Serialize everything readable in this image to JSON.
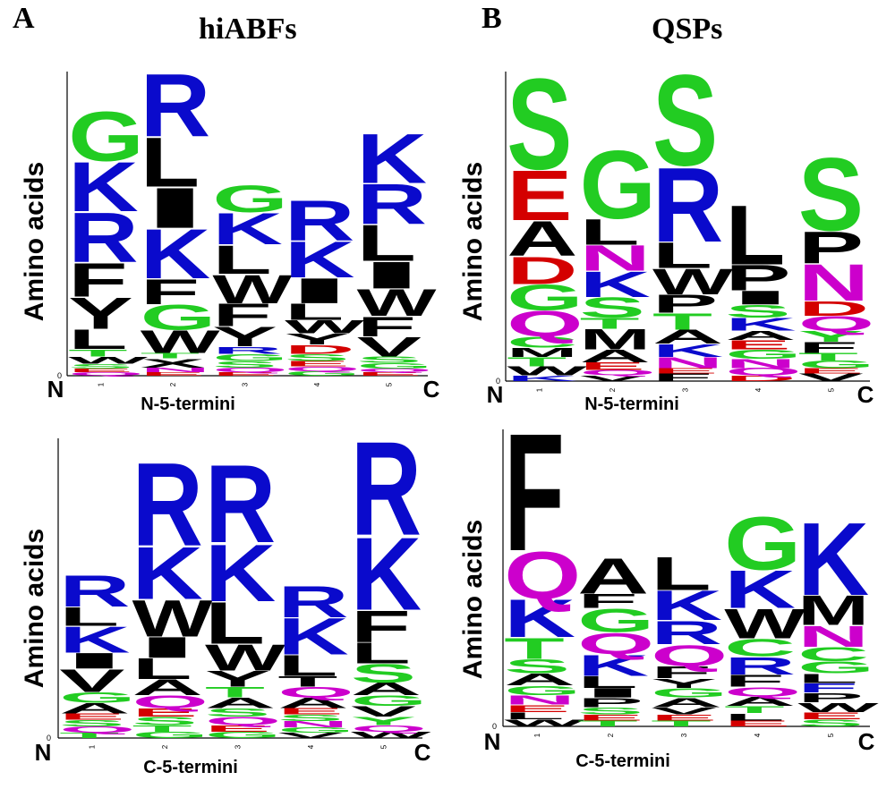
{
  "figure": {
    "label_a": "A",
    "label_b": "B",
    "title_a": "hiABFs",
    "title_b": "QSPs"
  },
  "colors": {
    "green": "#22cc22",
    "blue": "#0a0acc",
    "black": "#000000",
    "red": "#d40000",
    "magenta": "#cc00cc"
  },
  "panels": [
    {
      "id": "hiabfs-n5",
      "ylabel": "Amino acids",
      "xlabel": "N-5-termini",
      "left_end": "N",
      "right_end": "C",
      "zero": "0",
      "positions": [
        "1",
        "2",
        "3",
        "4",
        "5"
      ],
      "columns": [
        [
          [
            "G",
            "green",
            0.55
          ],
          [
            "K",
            "blue",
            0.55
          ],
          [
            "R",
            "blue",
            0.55
          ],
          [
            "F",
            "black",
            0.38
          ],
          [
            "Y",
            "black",
            0.35
          ],
          [
            "L",
            "black",
            0.22
          ],
          [
            "T",
            "green",
            0.08
          ],
          [
            "W",
            "black",
            0.08
          ],
          [
            "S",
            "green",
            0.05
          ],
          [
            "E",
            "red",
            0.04
          ],
          [
            "Q",
            "magenta",
            0.04
          ]
        ],
        [
          [
            "R",
            "blue",
            0.7
          ],
          [
            "L",
            "black",
            0.55
          ],
          [
            "I",
            "black",
            0.45
          ],
          [
            "K",
            "blue",
            0.55
          ],
          [
            "F",
            "black",
            0.28
          ],
          [
            "G",
            "green",
            0.28
          ],
          [
            "W",
            "black",
            0.25
          ],
          [
            "T",
            "green",
            0.06
          ],
          [
            "X",
            "black",
            0.1
          ],
          [
            "N",
            "magenta",
            0.05
          ],
          [
            "E",
            "red",
            0.04
          ]
        ],
        [
          [
            "G",
            "green",
            0.3
          ],
          [
            "K",
            "blue",
            0.35
          ],
          [
            "L",
            "black",
            0.32
          ],
          [
            "W",
            "black",
            0.32
          ],
          [
            "F",
            "black",
            0.25
          ],
          [
            "Y",
            "black",
            0.22
          ],
          [
            "R",
            "blue",
            0.08
          ],
          [
            "G",
            "green",
            0.08
          ],
          [
            "S",
            "green",
            0.07
          ],
          [
            "Q",
            "magenta",
            0.05
          ],
          [
            "E",
            "red",
            0.04
          ]
        ],
        [
          [
            "R",
            "blue",
            0.45
          ],
          [
            "K",
            "blue",
            0.4
          ],
          [
            "I",
            "black",
            0.28
          ],
          [
            "L",
            "black",
            0.18
          ],
          [
            "W",
            "black",
            0.15
          ],
          [
            "Y",
            "black",
            0.12
          ],
          [
            "D",
            "red",
            0.1
          ],
          [
            "S",
            "green",
            0.08
          ],
          [
            "E",
            "red",
            0.06
          ],
          [
            "Q",
            "magenta",
            0.05
          ],
          [
            "G",
            "green",
            0.05
          ]
        ],
        [
          [
            "K",
            "blue",
            0.55
          ],
          [
            "R",
            "blue",
            0.45
          ],
          [
            "L",
            "black",
            0.4
          ],
          [
            "I",
            "black",
            0.3
          ],
          [
            "W",
            "black",
            0.3
          ],
          [
            "F",
            "black",
            0.22
          ],
          [
            "V",
            "black",
            0.22
          ],
          [
            "S",
            "green",
            0.07
          ],
          [
            "G",
            "green",
            0.06
          ],
          [
            "Q",
            "magenta",
            0.04
          ],
          [
            "E",
            "red",
            0.04
          ]
        ]
      ]
    },
    {
      "id": "qsps-n5",
      "ylabel": "Amino acids",
      "xlabel": "N-5-termini",
      "left_end": "N",
      "right_end": "C",
      "zero": "0",
      "positions": [
        "1",
        "2",
        "3",
        "4",
        "5"
      ],
      "columns": [
        [
          [
            "S",
            "green",
            1.0
          ],
          [
            "E",
            "red",
            0.55
          ],
          [
            "A",
            "black",
            0.38
          ],
          [
            "D",
            "red",
            0.3
          ],
          [
            "G",
            "green",
            0.28
          ],
          [
            "Q",
            "magenta",
            0.28
          ],
          [
            "C",
            "green",
            0.12
          ],
          [
            "M",
            "black",
            0.1
          ],
          [
            "T",
            "green",
            0.1
          ],
          [
            "W",
            "black",
            0.1
          ],
          [
            "K",
            "blue",
            0.06
          ]
        ],
        [
          [
            "G",
            "green",
            0.75
          ],
          [
            "L",
            "black",
            0.28
          ],
          [
            "N",
            "magenta",
            0.28
          ],
          [
            "K",
            "blue",
            0.28
          ],
          [
            "S",
            "green",
            0.22
          ],
          [
            "T",
            "green",
            0.12
          ],
          [
            "M",
            "black",
            0.22
          ],
          [
            "A",
            "black",
            0.14
          ],
          [
            "E",
            "red",
            0.08
          ],
          [
            "Q",
            "magenta",
            0.06
          ],
          [
            "V",
            "black",
            0.06
          ]
        ],
        [
          [
            "S",
            "green",
            1.0
          ],
          [
            "R",
            "blue",
            0.82
          ],
          [
            "L",
            "black",
            0.28
          ],
          [
            "W",
            "black",
            0.28
          ],
          [
            "P",
            "black",
            0.2
          ],
          [
            "T",
            "green",
            0.18
          ],
          [
            "A",
            "black",
            0.15
          ],
          [
            "K",
            "blue",
            0.14
          ],
          [
            "N",
            "magenta",
            0.12
          ],
          [
            "E",
            "red",
            0.06
          ],
          [
            "F",
            "black",
            0.08
          ]
        ],
        [
          [
            "L",
            "black",
            0.65
          ],
          [
            "P",
            "black",
            0.28
          ],
          [
            "I",
            "black",
            0.15
          ],
          [
            "S",
            "green",
            0.14
          ],
          [
            "K",
            "blue",
            0.14
          ],
          [
            "A",
            "black",
            0.1
          ],
          [
            "E",
            "red",
            0.1
          ],
          [
            "G",
            "green",
            0.1
          ],
          [
            "N",
            "magenta",
            0.1
          ],
          [
            "Q",
            "magenta",
            0.08
          ],
          [
            "D",
            "red",
            0.06
          ]
        ],
        [
          [
            "S",
            "green",
            0.8
          ],
          [
            "P",
            "black",
            0.35
          ],
          [
            "N",
            "magenta",
            0.4
          ],
          [
            "D",
            "red",
            0.16
          ],
          [
            "Q",
            "magenta",
            0.16
          ],
          [
            "Y",
            "green",
            0.12
          ],
          [
            "F",
            "black",
            0.12
          ],
          [
            "T",
            "green",
            0.08
          ],
          [
            "G",
            "green",
            0.08
          ],
          [
            "E",
            "red",
            0.06
          ],
          [
            "V",
            "black",
            0.08
          ]
        ]
      ]
    },
    {
      "id": "hiabfs-c5",
      "ylabel": "Amino acids",
      "xlabel": "C-5-termini",
      "left_end": "N",
      "right_end": "C",
      "zero": "0",
      "positions": [
        "1",
        "2",
        "3",
        "4",
        "5"
      ],
      "columns": [
        [
          [
            "R",
            "blue",
            0.3
          ],
          [
            "L",
            "black",
            0.18
          ],
          [
            "K",
            "blue",
            0.25
          ],
          [
            "I",
            "black",
            0.15
          ],
          [
            "V",
            "black",
            0.22
          ],
          [
            "G",
            "green",
            0.1
          ],
          [
            "A",
            "black",
            0.1
          ],
          [
            "E",
            "red",
            0.06
          ],
          [
            "S",
            "green",
            0.06
          ],
          [
            "Q",
            "magenta",
            0.06
          ],
          [
            "T",
            "green",
            0.05
          ]
        ],
        [
          [
            "R",
            "blue",
            0.8
          ],
          [
            "K",
            "blue",
            0.5
          ],
          [
            "W",
            "black",
            0.35
          ],
          [
            "I",
            "black",
            0.2
          ],
          [
            "L",
            "black",
            0.2
          ],
          [
            "A",
            "black",
            0.15
          ],
          [
            "Q",
            "magenta",
            0.12
          ],
          [
            "E",
            "red",
            0.08
          ],
          [
            "S",
            "green",
            0.08
          ],
          [
            "T",
            "green",
            0.06
          ],
          [
            "G",
            "green",
            0.06
          ]
        ],
        [
          [
            "R",
            "blue",
            0.75
          ],
          [
            "K",
            "blue",
            0.55
          ],
          [
            "L",
            "black",
            0.4
          ],
          [
            "W",
            "black",
            0.25
          ],
          [
            "Y",
            "black",
            0.15
          ],
          [
            "T",
            "green",
            0.1
          ],
          [
            "A",
            "black",
            0.1
          ],
          [
            "S",
            "green",
            0.08
          ],
          [
            "Q",
            "magenta",
            0.08
          ],
          [
            "E",
            "red",
            0.06
          ],
          [
            "G",
            "green",
            0.06
          ]
        ],
        [
          [
            "R",
            "blue",
            0.3
          ],
          [
            "K",
            "blue",
            0.35
          ],
          [
            "L",
            "black",
            0.2
          ],
          [
            "T",
            "black",
            0.1
          ],
          [
            "Q",
            "magenta",
            0.1
          ],
          [
            "A",
            "black",
            0.1
          ],
          [
            "E",
            "red",
            0.06
          ],
          [
            "S",
            "green",
            0.06
          ],
          [
            "N",
            "magenta",
            0.06
          ],
          [
            "G",
            "green",
            0.05
          ],
          [
            "V",
            "black",
            0.05
          ]
        ],
        [
          [
            "R",
            "blue",
            0.9
          ],
          [
            "K",
            "blue",
            0.7
          ],
          [
            "F",
            "black",
            0.3
          ],
          [
            "L",
            "black",
            0.2
          ],
          [
            "S",
            "green",
            0.18
          ],
          [
            "A",
            "black",
            0.12
          ],
          [
            "G",
            "green",
            0.1
          ],
          [
            "V",
            "black",
            0.1
          ],
          [
            "Y",
            "green",
            0.08
          ],
          [
            "Q",
            "magenta",
            0.06
          ],
          [
            "W",
            "black",
            0.06
          ]
        ]
      ]
    },
    {
      "id": "qsps-c5",
      "ylabel": "Amino acids",
      "xlabel": "C-5-termini",
      "left_end": "N",
      "right_end": "C",
      "zero": "0",
      "positions": [
        "1",
        "2",
        "3",
        "4",
        "5"
      ],
      "columns": [
        [
          [
            "F",
            "black",
            1.0
          ],
          [
            "Q",
            "magenta",
            0.4
          ],
          [
            "K",
            "blue",
            0.32
          ],
          [
            "T",
            "green",
            0.18
          ],
          [
            "S",
            "green",
            0.12
          ],
          [
            "A",
            "black",
            0.1
          ],
          [
            "G",
            "green",
            0.08
          ],
          [
            "N",
            "magenta",
            0.08
          ],
          [
            "E",
            "red",
            0.06
          ],
          [
            "L",
            "black",
            0.06
          ],
          [
            "W",
            "black",
            0.06
          ]
        ],
        [
          [
            "A",
            "black",
            0.3
          ],
          [
            "F",
            "black",
            0.12
          ],
          [
            "G",
            "green",
            0.2
          ],
          [
            "Q",
            "magenta",
            0.18
          ],
          [
            "K",
            "blue",
            0.18
          ],
          [
            "L",
            "black",
            0.1
          ],
          [
            "I",
            "black",
            0.08
          ],
          [
            "P",
            "black",
            0.08
          ],
          [
            "S",
            "green",
            0.06
          ],
          [
            "E",
            "red",
            0.05
          ],
          [
            "T",
            "green",
            0.05
          ]
        ],
        [
          [
            "L",
            "black",
            0.28
          ],
          [
            "K",
            "blue",
            0.25
          ],
          [
            "R",
            "blue",
            0.2
          ],
          [
            "Q",
            "magenta",
            0.18
          ],
          [
            "F",
            "black",
            0.1
          ],
          [
            "Y",
            "black",
            0.08
          ],
          [
            "G",
            "green",
            0.08
          ],
          [
            "A",
            "black",
            0.08
          ],
          [
            "V",
            "black",
            0.06
          ],
          [
            "E",
            "red",
            0.05
          ],
          [
            "T",
            "green",
            0.05
          ]
        ],
        [
          [
            "G",
            "green",
            0.45
          ],
          [
            "K",
            "blue",
            0.32
          ],
          [
            "W",
            "black",
            0.25
          ],
          [
            "C",
            "green",
            0.15
          ],
          [
            "R",
            "blue",
            0.15
          ],
          [
            "F",
            "black",
            0.1
          ],
          [
            "Q",
            "magenta",
            0.08
          ],
          [
            "A",
            "black",
            0.08
          ],
          [
            "T",
            "green",
            0.06
          ],
          [
            "L",
            "black",
            0.06
          ],
          [
            "E",
            "red",
            0.05
          ]
        ],
        [
          [
            "K",
            "blue",
            0.62
          ],
          [
            "M",
            "black",
            0.25
          ],
          [
            "N",
            "magenta",
            0.18
          ],
          [
            "C",
            "green",
            0.12
          ],
          [
            "G",
            "green",
            0.1
          ],
          [
            "L",
            "black",
            0.08
          ],
          [
            "F",
            "blue",
            0.08
          ],
          [
            "P",
            "black",
            0.08
          ],
          [
            "W",
            "black",
            0.08
          ],
          [
            "E",
            "red",
            0.06
          ],
          [
            "S",
            "green",
            0.06
          ]
        ]
      ]
    }
  ]
}
